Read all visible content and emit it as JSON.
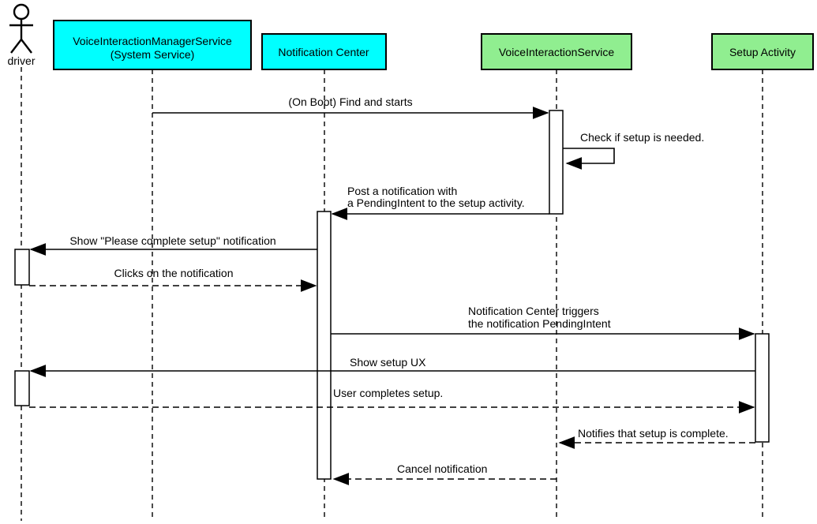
{
  "diagram": {
    "type": "uml-sequence-diagram",
    "colors": {
      "participant_cyan": "#00ffff",
      "participant_green": "#90ee90",
      "line": "#000000",
      "background": "#ffffff",
      "activation_fill": "#ffffff"
    },
    "actor": {
      "label": "driver"
    },
    "participants": [
      {
        "id": "voice-interaction-manager-service",
        "lines": [
          "VoiceInteractionManagerService",
          "(System Service)"
        ],
        "color": "#00ffff"
      },
      {
        "id": "notification-center",
        "lines": [
          "Notification Center"
        ],
        "color": "#00ffff"
      },
      {
        "id": "voice-interaction-service",
        "lines": [
          "VoiceInteractionService"
        ],
        "color": "#90ee90"
      },
      {
        "id": "setup-activity",
        "lines": [
          "Setup Activity"
        ],
        "color": "#90ee90"
      }
    ],
    "messages": [
      {
        "from": "VoiceInteractionManagerService (System Service)",
        "to": "VoiceInteractionService",
        "style": "solid",
        "lines": [
          "(On Boot) Find and starts"
        ]
      },
      {
        "from": "VoiceInteractionService",
        "to": "VoiceInteractionService",
        "style": "solid-self",
        "lines": [
          "Check if setup is needed."
        ]
      },
      {
        "from": "VoiceInteractionService",
        "to": "Notification Center",
        "style": "solid",
        "lines": [
          "Post a notification with",
          "a PendingIntent to the setup activity."
        ]
      },
      {
        "from": "Notification Center",
        "to": "driver",
        "style": "solid",
        "lines": [
          "Show \"Please complete setup\" notification"
        ]
      },
      {
        "from": "driver",
        "to": "Notification Center",
        "style": "dashed",
        "lines": [
          "Clicks on the notification"
        ]
      },
      {
        "from": "Notification Center",
        "to": "Setup Activity",
        "style": "solid",
        "lines": [
          "Notification Center triggers",
          "the notification PendingIntent"
        ]
      },
      {
        "from": "Setup Activity",
        "to": "driver",
        "style": "solid",
        "lines": [
          "Show setup UX"
        ]
      },
      {
        "from": "driver",
        "to": "Setup Activity",
        "style": "dashed",
        "lines": [
          "User completes setup."
        ]
      },
      {
        "from": "Setup Activity",
        "to": "VoiceInteractionService",
        "style": "dashed",
        "lines": [
          "Notifies that setup is complete."
        ]
      },
      {
        "from": "VoiceInteractionService",
        "to": "Notification Center",
        "style": "dashed",
        "lines": [
          "Cancel notification"
        ]
      }
    ]
  }
}
